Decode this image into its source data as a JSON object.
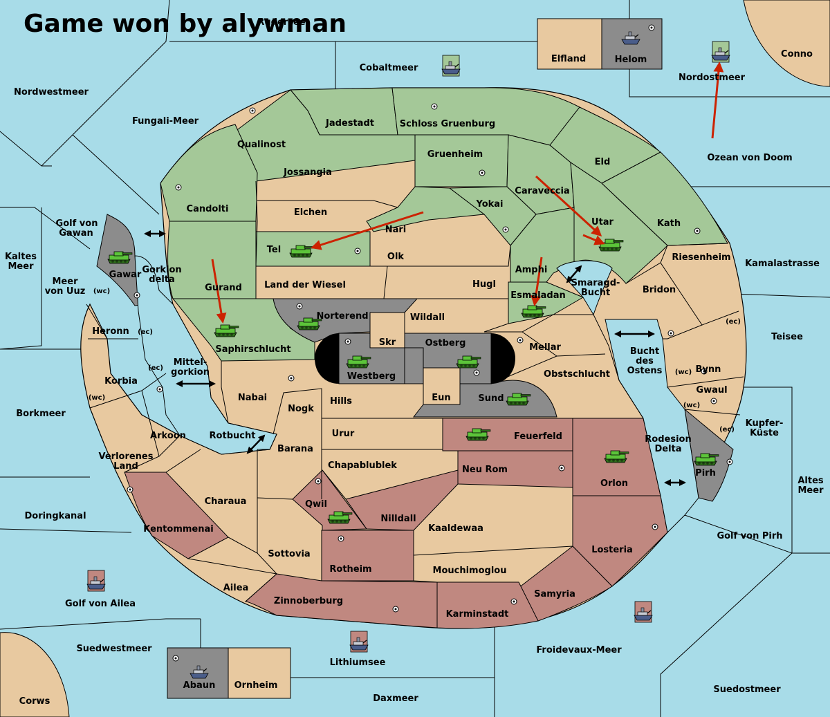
{
  "title": "Game won by alywman",
  "colors": {
    "sea": "#a8dce8",
    "neutral": "#e8c9a0",
    "green": "#a4c898",
    "red": "#c08880",
    "grey": "#8c8c8c",
    "border": "#000000",
    "arrow": "#cc2200"
  },
  "map": {
    "provinces": [
      "Rudersee",
      "Cobaltmeer",
      "Elfland",
      "Helom",
      "Conno",
      "Nordwestmeer",
      "Fungali-Meer",
      "Nordostmeer",
      "Jadestadt",
      "Schloss Gruenburg",
      "Qualinost",
      "Jossangia",
      "Gruenheim",
      "Eld",
      "Ozean von Doom",
      "Candolti",
      "Caraveccia",
      "Elchen",
      "Yokai",
      "Nari",
      "Utar",
      "Kath",
      "Golf von Gawan",
      "Tel",
      "Olk",
      "Riesenheim",
      "Kamalastrasse",
      "Kaltes Meer",
      "Gawar",
      "Gorkion delta",
      "Meer von Uuz",
      "Amphi",
      "Land der Wiesel",
      "Hugl",
      "Smaragd-Bucht",
      "Gurand",
      "Esmaladan",
      "Bridon",
      "Norterend",
      "Wildall",
      "Heronn",
      "Teisee",
      "Saphirschlucht",
      "Skr",
      "Ostberg",
      "Mellar",
      "Bucht des Ostens",
      "Mittel-gorkion",
      "Westberg",
      "Obstschlucht",
      "Bynn",
      "Korbia",
      "Gwaul",
      "Nabai",
      "Hills",
      "Eun",
      "Sund",
      "Nogk",
      "Borkmeer",
      "Urur",
      "Feuerfeld",
      "Kupfer-Küste",
      "Arkoon",
      "Rotbucht",
      "Rodesion Delta",
      "Barana",
      "Verlorenes Land",
      "Chapablublek",
      "Neu Rom",
      "Orlon",
      "Pirh",
      "Altes Meer",
      "Qwil",
      "Charaua",
      "Nilldall",
      "Doringkanal",
      "Kentommenai",
      "Kaaldewaa",
      "Golf von Pirh",
      "Losteria",
      "Sottovia",
      "Rotheim",
      "Mouchimoglou",
      "Ailea",
      "Samyria",
      "Zinnoberburg",
      "Golf von Ailea",
      "Karminstadt",
      "Suedwestmeer",
      "Froidevaux-Meer",
      "Lithiumsee",
      "Abaun",
      "Ornheim",
      "Suedostmeer",
      "Daxmeer",
      "Corws"
    ],
    "coast_marks": [
      "(wc)",
      "(ec)",
      "(ec)",
      "(wc)",
      "(ec)",
      "(wc)",
      "(wc)",
      "(ec)"
    ],
    "units": {
      "armies": [
        "army-gawar",
        "army-tel",
        "army-saphirschlucht",
        "army-norterend",
        "army-westberg",
        "army-ostberg",
        "army-sund",
        "army-utar",
        "army-esmaladan",
        "army-feuerfeld",
        "army-orlon",
        "army-pirh",
        "army-qwil"
      ],
      "fleets": [
        "fleet-helom",
        "fleet-nordostmeer",
        "fleet-cobaltmeer",
        "fleet-golf-von-ailea",
        "fleet-lithiumsee",
        "fleet-froidevaux",
        "fleet-abaun"
      ]
    }
  }
}
